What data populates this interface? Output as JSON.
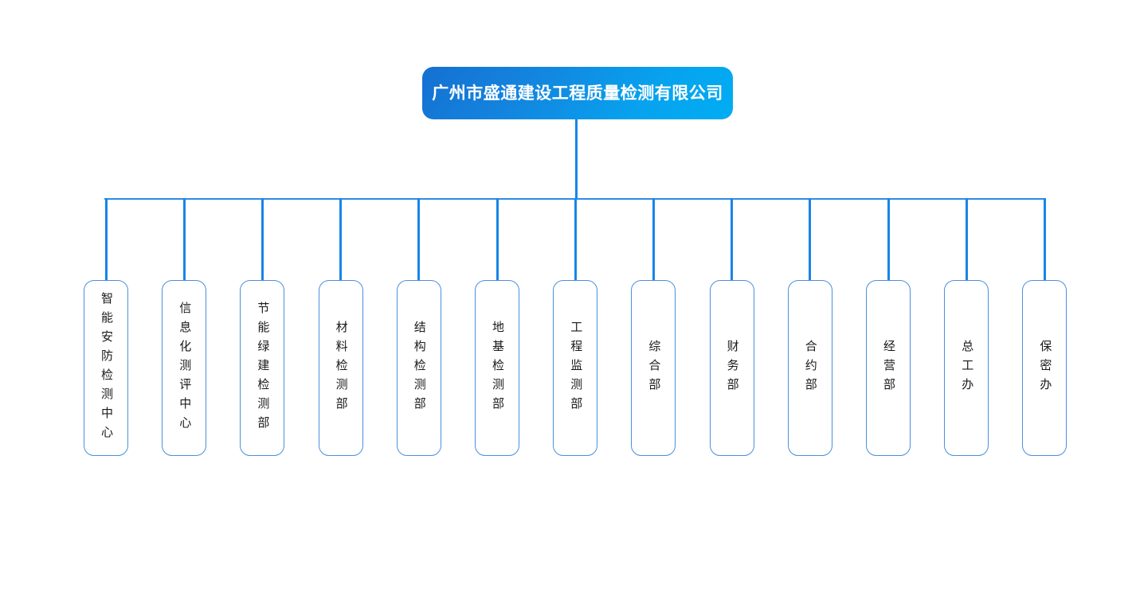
{
  "diagram": {
    "type": "organization-chart",
    "orientation": "top-down",
    "title": "广州市盛通建设工程质量检测有限公司",
    "background_color": "#FFFFFF",
    "root": {
      "label": "广州市盛通建设工程质量检测有限公司",
      "text_color": "#FFFFFF",
      "gradient_from": "#1570D1",
      "gradient_to": "#00ADF2"
    },
    "connector": {
      "line_color": "#1785E8",
      "bus_color": "#2E8BE6"
    },
    "node_style": {
      "border_color": "#4A90D9",
      "fill_color": "#FFFFFF",
      "text_color": "#1A1A1A"
    },
    "departments": [
      {
        "label": "智能安防检测中心"
      },
      {
        "label": "信息化测评中心"
      },
      {
        "label": "节能绿建检测部"
      },
      {
        "label": "材料检测部"
      },
      {
        "label": "结构检测部"
      },
      {
        "label": "地基检测部"
      },
      {
        "label": "工程监测部"
      },
      {
        "label": "综合部"
      },
      {
        "label": "财务部"
      },
      {
        "label": "合约部"
      },
      {
        "label": "经营部"
      },
      {
        "label": "总工办"
      },
      {
        "label": "保密办"
      }
    ]
  }
}
